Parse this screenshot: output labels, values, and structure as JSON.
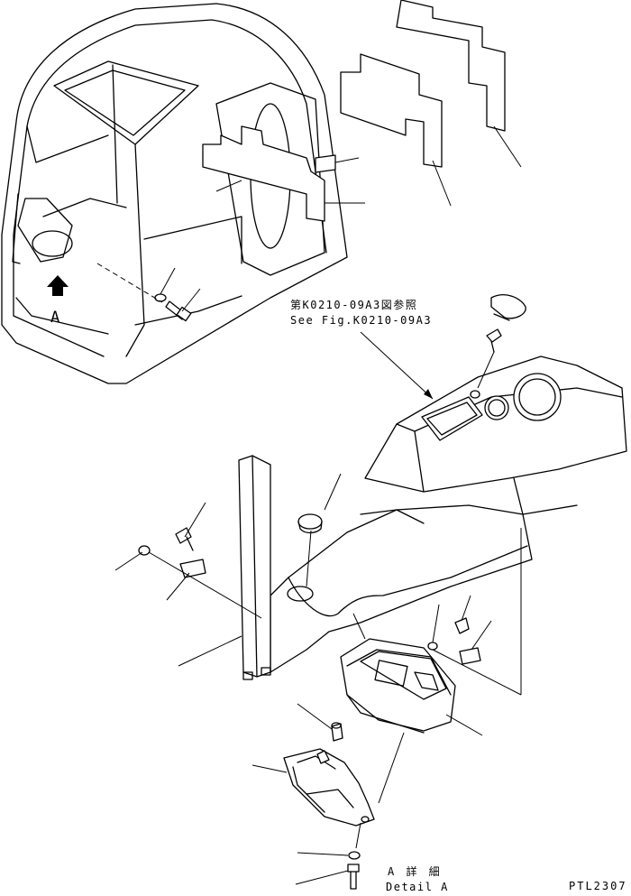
{
  "labels": {
    "reference_ja": "第K0210-09A3図参照",
    "reference_en": "See Fig.K0210-09A3",
    "view_marker": "A",
    "detail_ja": "A 詳 細",
    "detail_en": "Detail A",
    "drawing_code": "PTL2307"
  }
}
